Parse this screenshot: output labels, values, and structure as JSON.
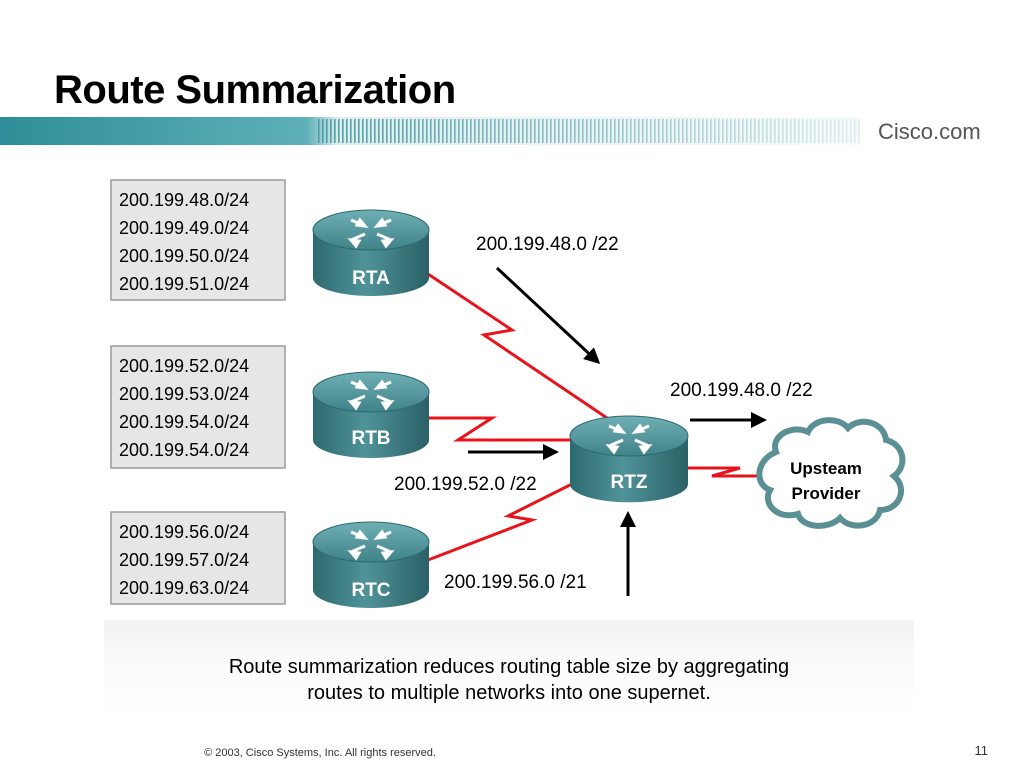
{
  "slide": {
    "title": "Route Summarization",
    "brand": "Cisco.com",
    "caption_line1": "Route summarization reduces routing table size by aggregating",
    "caption_line2": "routes to multiple networks into one supernet.",
    "footer": "© 2003, Cisco Systems, Inc. All rights reserved.",
    "page": "11"
  },
  "colors": {
    "link_red": "#e8141b",
    "router_teal": "#3e7f86",
    "banner_teal": "#3c9aa5",
    "route_box_bg": "#e6e6e6"
  },
  "diagram": {
    "route_tables": [
      {
        "routes": [
          "200.199.48.0/24",
          "200.199.49.0/24",
          "200.199.50.0/24",
          "200.199.51.0/24"
        ]
      },
      {
        "routes": [
          "200.199.52.0/24",
          "200.199.53.0/24",
          "200.199.54.0/24",
          "200.199.54.0/24"
        ]
      },
      {
        "routes": [
          "200.199.56.0/24",
          "200.199.57.0/24",
          "200.199.63.0/24"
        ]
      }
    ],
    "routers": {
      "rta": "RTA",
      "rtb": "RTB",
      "rtc": "RTC",
      "rtz": "RTZ"
    },
    "summaries": {
      "rta": "200.199.48.0 /22",
      "rtb": "200.199.52.0 /22",
      "rtc": "200.199.56.0 /21",
      "upstream": "200.199.48.0 /22"
    },
    "cloud": {
      "line1": "Upsteam",
      "line2": "Provider"
    }
  }
}
